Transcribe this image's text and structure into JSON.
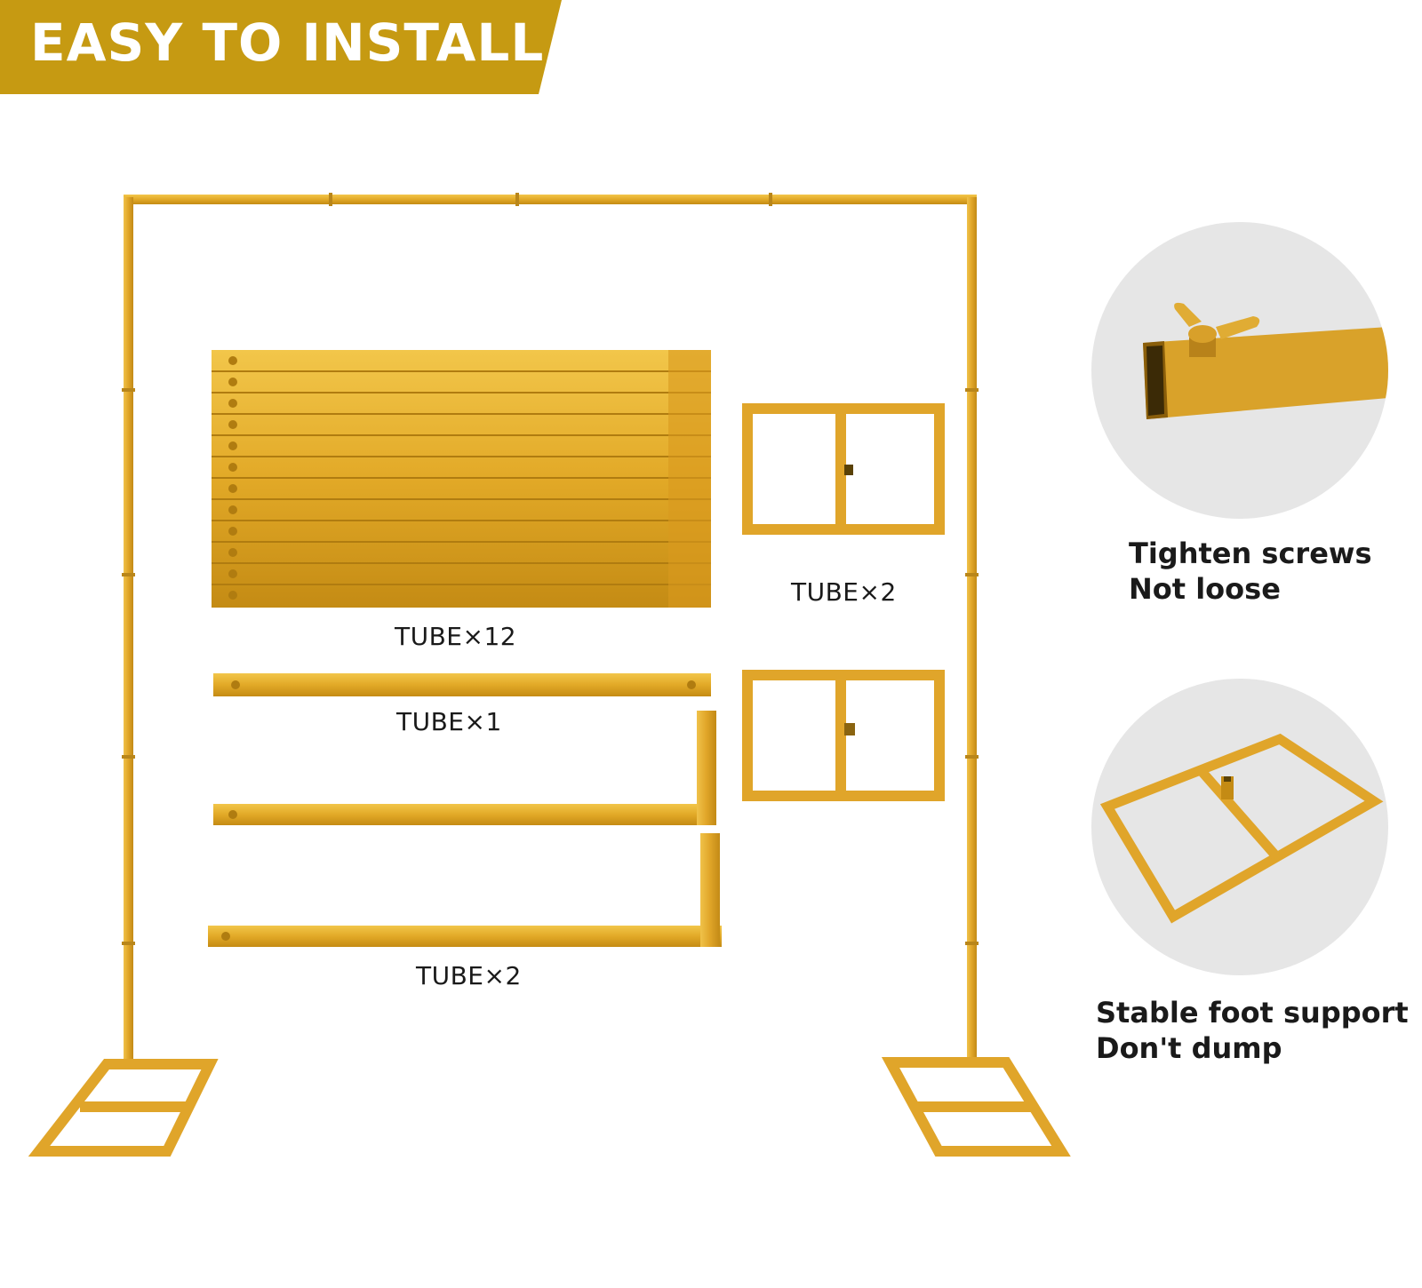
{
  "banner": {
    "title": "EASY TO INSTALL",
    "color": "#c69a12"
  },
  "parts": [
    {
      "label": "TUBE×12"
    },
    {
      "label": "TUBE×2"
    },
    {
      "label": "TUBE×1"
    },
    {
      "label": "TUBE×2"
    }
  ],
  "features": [
    {
      "line1": "Tighten screws",
      "line2": "Not loose",
      "icon": "wing-screw-icon"
    },
    {
      "line1": "Stable foot support",
      "line2": "Don't dump",
      "icon": "base-frame-icon"
    }
  ],
  "colors": {
    "gold": "#e0a82a",
    "gold_dark": "#b8861a",
    "circle_bg": "#e6e6e6"
  }
}
